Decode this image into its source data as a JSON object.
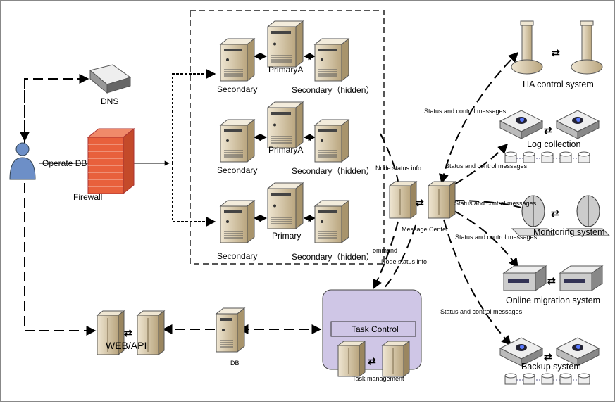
{
  "user": {
    "label": "Operate DB"
  },
  "dns": {
    "label": "DNS"
  },
  "firewall": {
    "label": "Firewall"
  },
  "replica_sets": [
    {
      "secondary": "Secondary",
      "primary": "PrimaryA",
      "hidden": "Secondary（hidden）"
    },
    {
      "secondary": "Secondary",
      "primary": "PrimaryA",
      "hidden": "Secondary（hidden）"
    },
    {
      "secondary": "Secondary",
      "primary": "Primary",
      "hidden": "Secondary（hidden）"
    }
  ],
  "message_center": {
    "label": "Message Center"
  },
  "task": {
    "control_label": "Task Control",
    "management_label": "Task management"
  },
  "db": {
    "label": "DB"
  },
  "web_api": {
    "label": "WEB/API"
  },
  "systems": {
    "ha": "HA control system",
    "log": "Log collection",
    "monitoring": "Monitoring system",
    "migration": "Online migration system",
    "backup": "Backup system"
  },
  "messages": {
    "status_control": "Status and control messages",
    "node_status": "Node status info",
    "command": "ommand"
  },
  "colors": {
    "server": "#cdbb98",
    "firewall": "#e8603c",
    "task_box": "#cfc6e6",
    "person": "#6d8fc7"
  }
}
